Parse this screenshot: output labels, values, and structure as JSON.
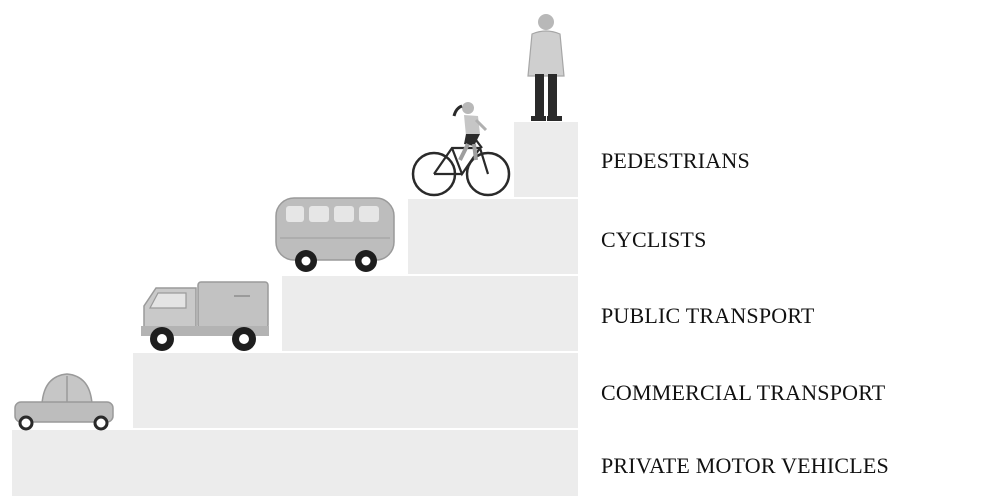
{
  "hierarchy": {
    "levels": [
      {
        "id": "pedestrians",
        "label": "PEDESTRIANS",
        "icon": "pedestrian-icon"
      },
      {
        "id": "cyclists",
        "label": "CYCLISTS",
        "icon": "bicycle-icon"
      },
      {
        "id": "public",
        "label": "PUBLIC TRANSPORT",
        "icon": "bus-icon"
      },
      {
        "id": "commercial",
        "label": "COMMERCIAL TRANSPORT",
        "icon": "truck-icon"
      },
      {
        "id": "private",
        "label": "PRIVATE MOTOR VEHICLES",
        "icon": "car-icon"
      }
    ]
  },
  "colors": {
    "step": "#ececec",
    "vehicle_body": "#b9b9b9",
    "wheel": "#1e1e1e",
    "label_text": "#111111"
  }
}
